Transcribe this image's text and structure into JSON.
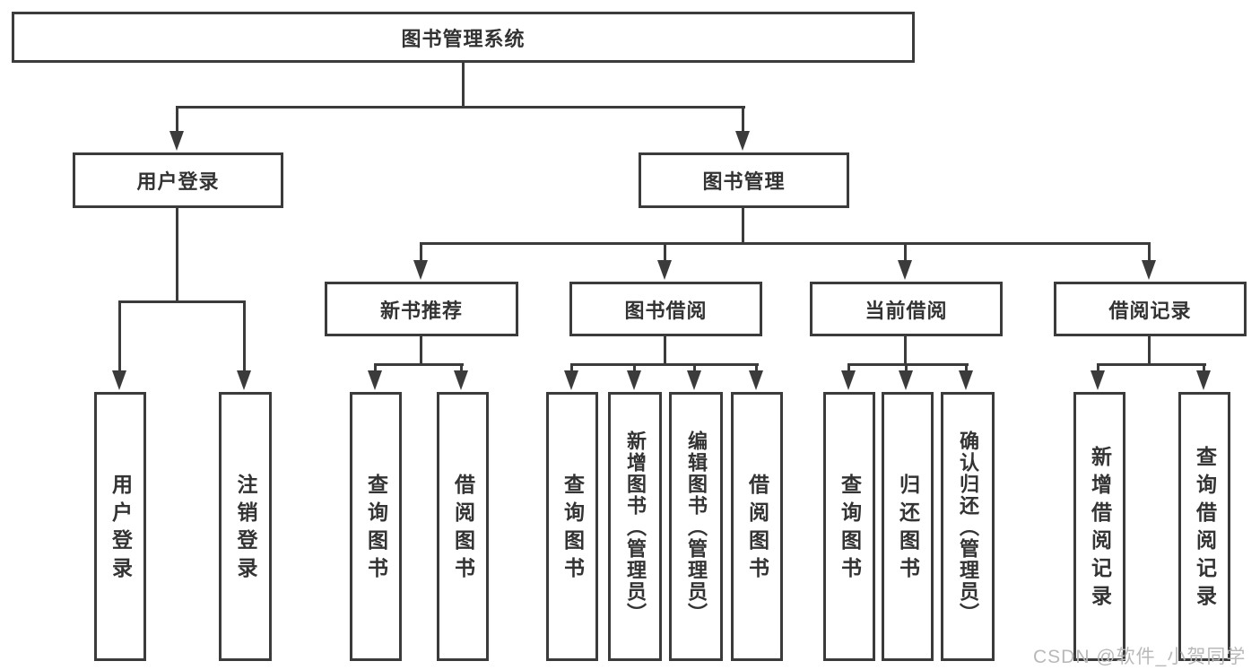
{
  "page": {
    "watermark": "CSDN @软件_小贺同学"
  },
  "colors": {
    "line": "#3b3b3b",
    "text": "#333333",
    "background": "#ffffff",
    "watermark": "#b9b9b9"
  },
  "tree": {
    "root": "图书管理系统",
    "children": [
      {
        "label": "用户登录",
        "children": [
          "用户登录",
          "注销登录"
        ]
      },
      {
        "label": "图书管理",
        "children": [
          {
            "label": "新书推荐",
            "children": [
              "查询图书",
              "借阅图书"
            ]
          },
          {
            "label": "图书借阅",
            "children": [
              "查询图书",
              "新增图书（管理员）",
              "编辑图书（管理员）",
              "借阅图书"
            ]
          },
          {
            "label": "当前借阅",
            "children": [
              "查询图书",
              "归还图书",
              "确认归还（管理员）"
            ]
          },
          {
            "label": "借阅记录",
            "children": [
              "新增借阅记录",
              "查询借阅记录"
            ]
          }
        ]
      }
    ]
  }
}
